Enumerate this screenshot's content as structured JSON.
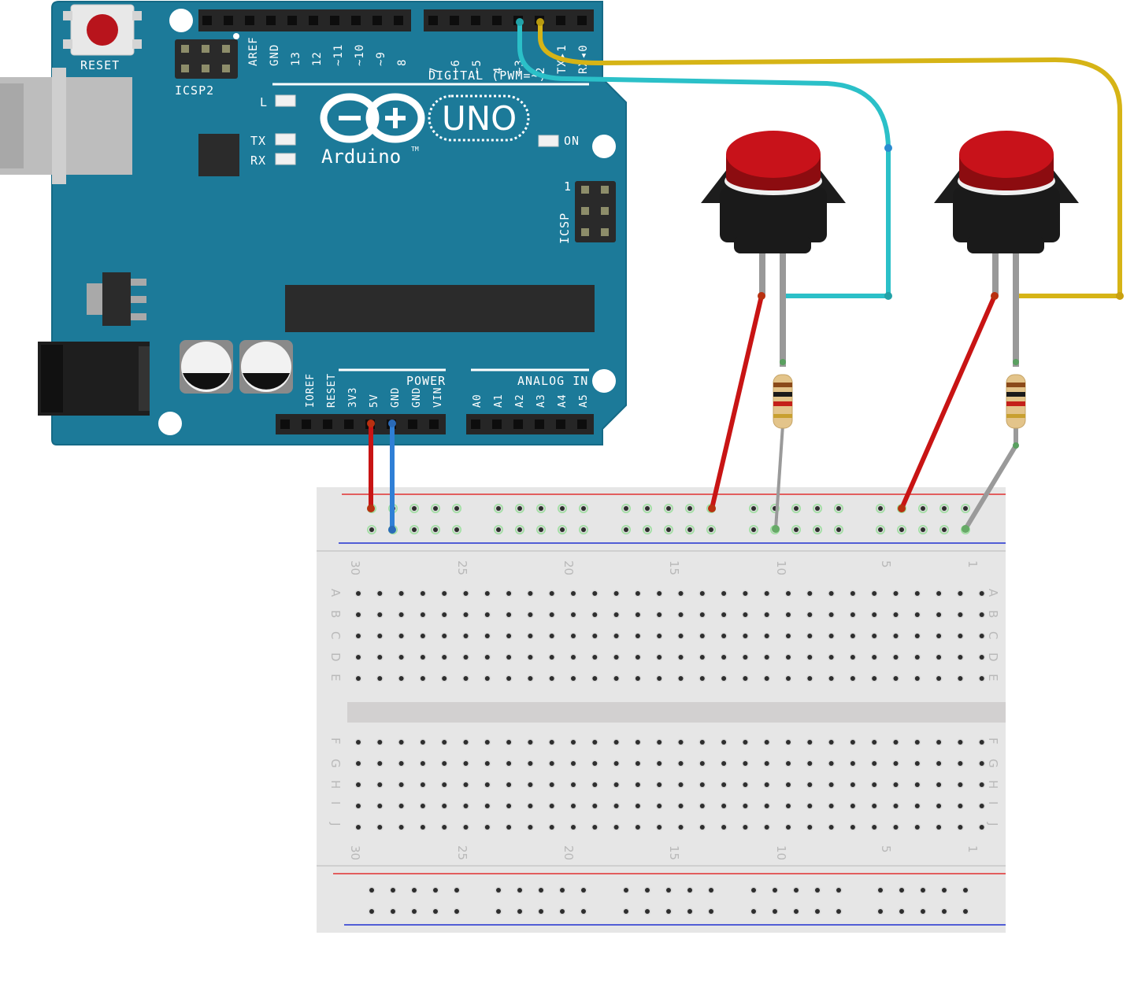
{
  "board": {
    "reset_label": "RESET",
    "icsp2_label": "ICSP2",
    "icsp_label": "ICSP",
    "icsp_pin1": "1",
    "led_l": "L",
    "led_tx": "TX",
    "led_rx": "RX",
    "led_on": "ON",
    "brand": "Arduino",
    "tm": "TM",
    "model": "UNO",
    "digital_label": "DIGITAL (PWM=~)",
    "power_label": "POWER",
    "analog_label": "ANALOG IN",
    "digital_pins_left": [
      "AREF",
      "GND",
      "13",
      "12",
      "~11",
      "~10",
      "~9",
      "8"
    ],
    "digital_pins_right": [
      "7",
      "~6",
      "~5",
      "4",
      "~3",
      "2",
      "TX▸1",
      "RX◂0"
    ],
    "power_pins": [
      "IOREF",
      "RESET",
      "3V3",
      "5V",
      "GND",
      "GND",
      "VIN"
    ],
    "analog_pins": [
      "A0",
      "A1",
      "A2",
      "A3",
      "A4",
      "A5"
    ]
  },
  "breadboard": {
    "column_numbers": [
      "30",
      "25",
      "20",
      "15",
      "10",
      "5",
      "1"
    ],
    "rows_top": [
      "A",
      "B",
      "C",
      "D",
      "E"
    ],
    "rows_bottom": [
      "F",
      "G",
      "H",
      "I",
      "J"
    ]
  },
  "colors": {
    "board": "#1c7a99",
    "wire_5v": "#c81414",
    "wire_gnd": "#2f7fd6",
    "wire_pin3": "#2bc0c8",
    "wire_pin2": "#d6b416",
    "button_cap": "#c8121a"
  }
}
